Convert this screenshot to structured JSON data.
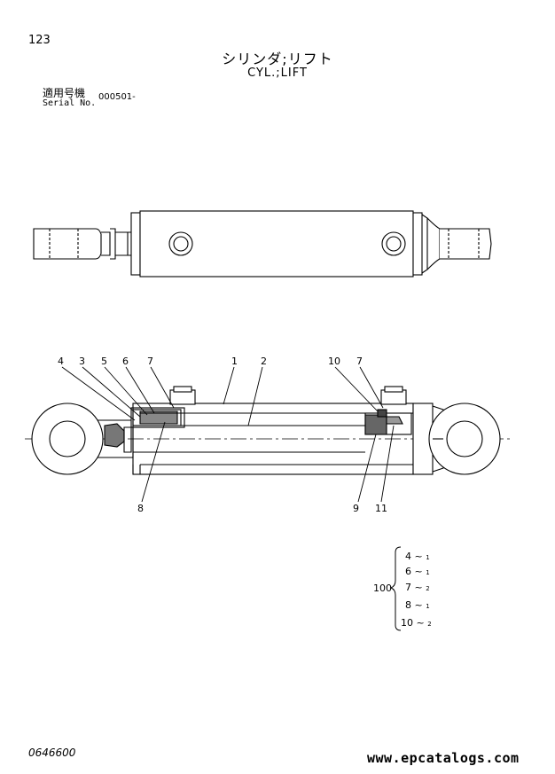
{
  "header": {
    "page_number": "123",
    "title_jp": "シリンダ;リフト",
    "title_en": "CYL.;LIFT",
    "serial_label_jp": "適用号機",
    "serial_label_en": "Serial No.",
    "serial_value": "000501-"
  },
  "callouts": {
    "c4": "4",
    "c3": "3",
    "c5": "5",
    "c6": "6",
    "c7a": "7",
    "c1": "1",
    "c2": "2",
    "c10": "10",
    "c7b": "7",
    "c8": "8",
    "c9": "9",
    "c11": "11"
  },
  "kit": {
    "number": "100",
    "items": [
      {
        "part": "4",
        "qty": "1"
      },
      {
        "part": "6",
        "qty": "1"
      },
      {
        "part": "7",
        "qty": "2"
      },
      {
        "part": "8",
        "qty": "1"
      },
      {
        "part": "10",
        "qty": "2"
      }
    ]
  },
  "footer": {
    "document_number": "0646600",
    "watermark": "www.epcatalogs.com"
  }
}
